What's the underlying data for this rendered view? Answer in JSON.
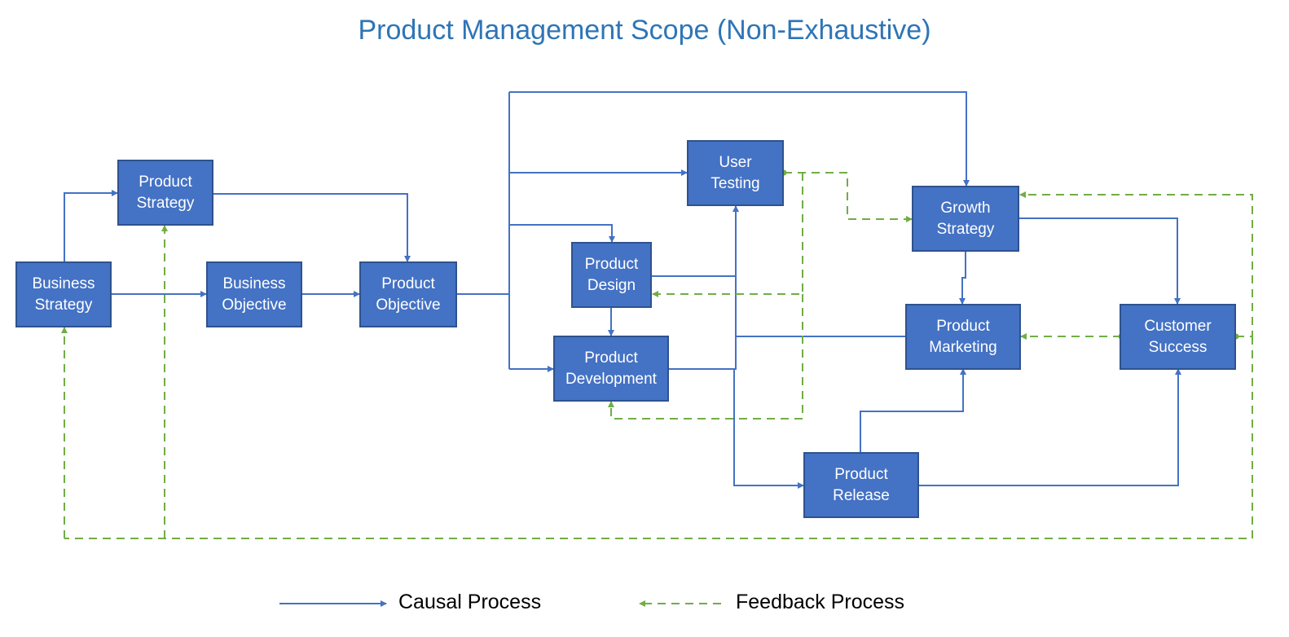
{
  "title": "Product Management Scope (Non-Exhaustive)",
  "colors": {
    "node_fill": "#4472c4",
    "node_border": "#2f528f",
    "causal": "#4472c4",
    "feedback": "#70ad47",
    "title": "#2e75b6"
  },
  "nodes": {
    "business_strategy": "Business\nStrategy",
    "product_strategy": "Product\nStrategy",
    "business_objective": "Business\nObjective",
    "product_objective": "Product\nObjective",
    "user_testing": "User\nTesting",
    "product_design": "Product\nDesign",
    "product_development": "Product\nDevelopment",
    "growth_strategy": "Growth\nStrategy",
    "product_marketing": "Product\nMarketing",
    "customer_success": "Customer\nSuccess",
    "product_release": "Product\nRelease"
  },
  "legend": {
    "causal": "Causal Process",
    "feedback": "Feedback Process"
  }
}
